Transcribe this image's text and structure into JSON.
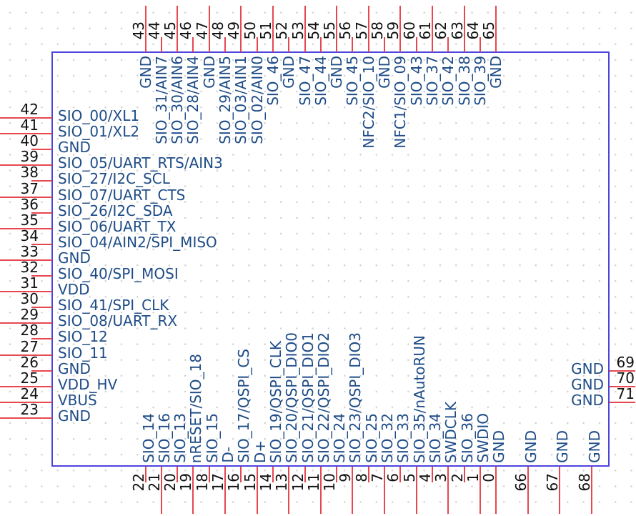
{
  "component": {
    "kind": "schematic-symbol",
    "colors": {
      "body_outline": "#4d44dd",
      "pin_line": "#e7484f",
      "pin_label": "#1e4c87",
      "pin_number": "#111111",
      "grid_dot": "#d2d2d2"
    },
    "pins": {
      "left": [
        {
          "num": "42",
          "label": "SIO_00/XL1",
          "long": true
        },
        {
          "num": "41",
          "label": "SIO_01/XL2",
          "long": true
        },
        {
          "num": "40",
          "label": "GND",
          "long": false
        },
        {
          "num": "39",
          "label": "SIO_05/UART_RTS/AIN3",
          "long": true
        },
        {
          "num": "38",
          "label": "SIO_27/I2C_SCL",
          "long": false
        },
        {
          "num": "37",
          "label": "SIO_07/UART_CTS",
          "long": true
        },
        {
          "num": "36",
          "label": "SIO_26/I2C_SDA",
          "long": false
        },
        {
          "num": "35",
          "label": "SIO_06/UART_TX",
          "long": true
        },
        {
          "num": "34",
          "label": "SIO_04/AIN2/SPI_MISO",
          "long": false
        },
        {
          "num": "33",
          "label": "GND",
          "long": true
        },
        {
          "num": "32",
          "label": "SIO_40/SPI_MOSI",
          "long": false
        },
        {
          "num": "31",
          "label": "VDD",
          "long": true
        },
        {
          "num": "30",
          "label": "SIO_41/SPI_CLK",
          "long": false
        },
        {
          "num": "29",
          "label": "SIO_08/UART_RX",
          "long": true
        },
        {
          "num": "28",
          "label": "SIO_12",
          "long": false
        },
        {
          "num": "27",
          "label": "SIO_11",
          "long": true
        },
        {
          "num": "26",
          "label": "GND",
          "long": false
        },
        {
          "num": "25",
          "label": "VDD_HV",
          "long": true
        },
        {
          "num": "24",
          "label": "VBUS",
          "long": true
        },
        {
          "num": "23",
          "label": "GND",
          "long": true
        }
      ],
      "top": [
        {
          "num": "43",
          "label": "GND",
          "long": true
        },
        {
          "num": "44",
          "label": "SIO_31/AIN7",
          "long": false
        },
        {
          "num": "45",
          "label": "SIO_30/AIN6",
          "long": true
        },
        {
          "num": "46",
          "label": "SIO_28/AIN4",
          "long": false
        },
        {
          "num": "47",
          "label": "GND",
          "long": true
        },
        {
          "num": "48",
          "label": "SIO_29/AIN5",
          "long": false
        },
        {
          "num": "49",
          "label": "SIO_03/AIN1",
          "long": true
        },
        {
          "num": "50",
          "label": "SIO_02/AIN0",
          "long": false
        },
        {
          "num": "51",
          "label": "SIO_46",
          "long": true
        },
        {
          "num": "52",
          "label": "GND",
          "long": false
        },
        {
          "num": "53",
          "label": "SIO_47",
          "long": true
        },
        {
          "num": "54",
          "label": "SIO_44",
          "long": false
        },
        {
          "num": "55",
          "label": "GND",
          "long": true
        },
        {
          "num": "56",
          "label": "SIO_45",
          "long": false
        },
        {
          "num": "57",
          "label": "NFC2/SIO_10",
          "long": true
        },
        {
          "num": "58",
          "label": "GND",
          "long": false
        },
        {
          "num": "59",
          "label": "NFC1/SIO_09",
          "long": true
        },
        {
          "num": "60",
          "label": "SIO_43",
          "long": false
        },
        {
          "num": "61",
          "label": "SIO_37",
          "long": true
        },
        {
          "num": "62",
          "label": "SIO_42",
          "long": false
        },
        {
          "num": "63",
          "label": "SIO_38",
          "long": true
        },
        {
          "num": "64",
          "label": "SIO_39",
          "long": false
        },
        {
          "num": "65",
          "label": "GND",
          "long": true
        }
      ],
      "bottom": [
        {
          "num": "22",
          "label": "SIO_14",
          "long": false
        },
        {
          "num": "21",
          "label": "SIO_16",
          "long": true
        },
        {
          "num": "20",
          "label": "SIO_13",
          "long": false
        },
        {
          "num": "19",
          "label": "nRESET/SIO_18",
          "long": true
        },
        {
          "num": "18",
          "label": "SIO_15",
          "long": false
        },
        {
          "num": "17",
          "label": "D-",
          "long": true
        },
        {
          "num": "16",
          "label": "SIO_17/QSPI_CS",
          "long": false
        },
        {
          "num": "15",
          "label": "D+",
          "long": true
        },
        {
          "num": "14",
          "label": "SIO_19/QSPI_CLK",
          "long": false
        },
        {
          "num": "13",
          "label": "SIO_20/QSPI_DIO0",
          "long": true
        },
        {
          "num": "12",
          "label": "SIO_21/QSPI_DIO1",
          "long": false
        },
        {
          "num": "11",
          "label": "SIO_22/QSPI_DIO2",
          "long": true
        },
        {
          "num": "10",
          "label": "SIO_24",
          "long": false
        },
        {
          "num": "9",
          "label": "SIO_23/QSPI_DIO3",
          "long": true
        },
        {
          "num": "8",
          "label": "SIO_25",
          "long": false
        },
        {
          "num": "7",
          "label": "SIO_32",
          "long": true
        },
        {
          "num": "6",
          "label": "SIO_33",
          "long": false
        },
        {
          "num": "5",
          "label": "SIO_35/nAutoRUN",
          "long": true
        },
        {
          "num": "4",
          "label": "SIO_34",
          "long": false
        },
        {
          "num": "3",
          "label": "SWDCLK",
          "long": true
        },
        {
          "num": "2",
          "label": "SIO_36",
          "long": false
        },
        {
          "num": "1",
          "label": "SWDIO",
          "long": true
        },
        {
          "num": "0",
          "label": "GND",
          "long": true
        },
        {
          "num": "66",
          "label": "GND",
          "long": true
        },
        {
          "num": "67",
          "label": "GND",
          "long": true
        },
        {
          "num": "68",
          "label": "GND",
          "long": true
        }
      ],
      "right": [
        {
          "num": "69",
          "label": "GND",
          "long": true
        },
        {
          "num": "70",
          "label": "GND",
          "long": true
        },
        {
          "num": "71",
          "label": "GND",
          "long": true
        }
      ]
    }
  }
}
